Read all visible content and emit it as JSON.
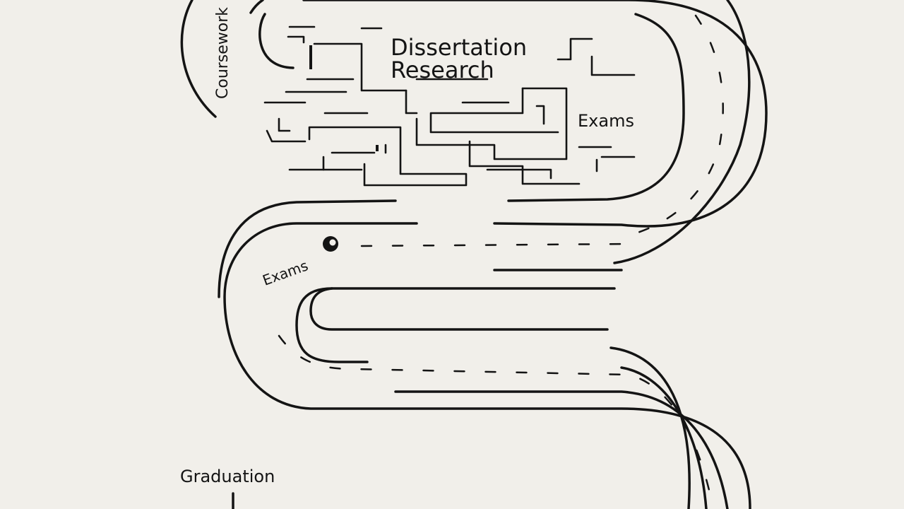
{
  "diagram": {
    "stages": {
      "coursework": "Coursework",
      "dissertation_line1": "Dissertation",
      "dissertation_line2": "Research",
      "exams_upper": "Exams",
      "exams_lower": "Exams",
      "graduation": "Graduation"
    },
    "colors": {
      "background": "#f1efea",
      "ink": "#141414"
    }
  }
}
